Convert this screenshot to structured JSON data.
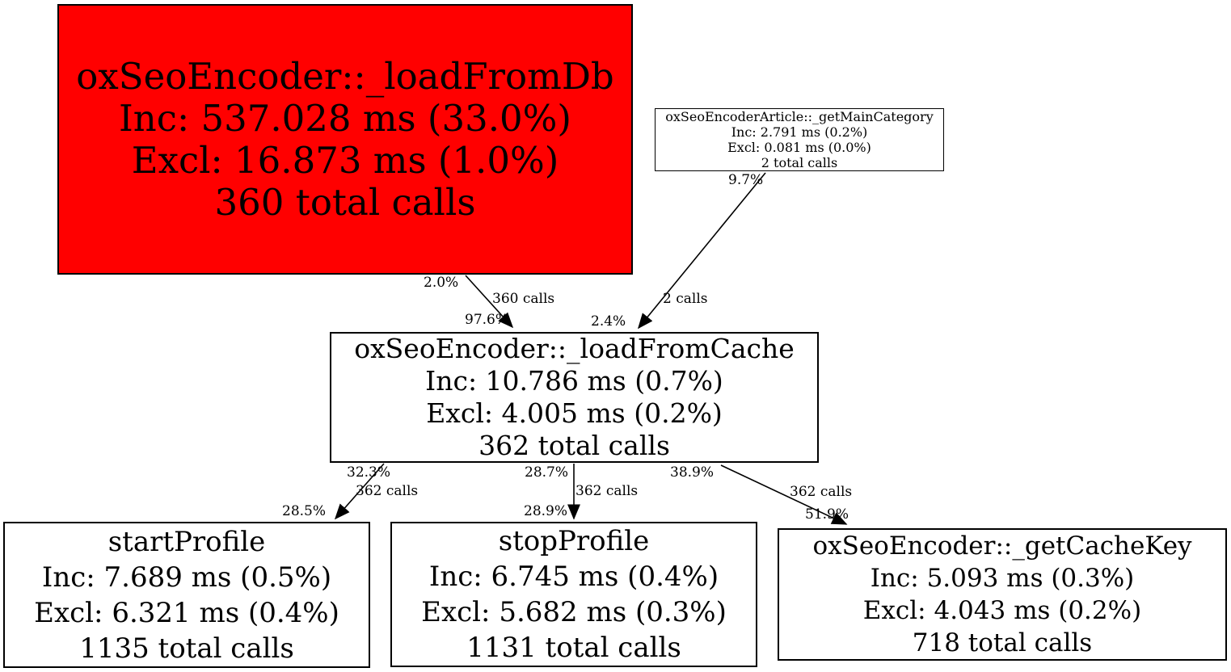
{
  "diagram": {
    "type": "profiler-call-graph",
    "background": "#ffffff",
    "node_border_color": "#000000",
    "edge_color": "#000000",
    "hot_node_fill": "#ff0000",
    "normal_node_fill": "#ffffff"
  },
  "nodes": {
    "load_from_db": {
      "title": "oxSeoEncoder::_loadFromDb",
      "inc": "Inc: 537.028 ms (33.0%)",
      "excl": "Excl: 16.873 ms (1.0%)",
      "calls": "360 total calls",
      "fill": "#ff0000"
    },
    "get_main_category": {
      "title": "oxSeoEncoderArticle::_getMainCategory",
      "inc": "Inc: 2.791 ms (0.2%)",
      "excl": "Excl: 0.081 ms (0.0%)",
      "calls": "2 total calls",
      "fill": "#ffffff"
    },
    "load_from_cache": {
      "title": "oxSeoEncoder::_loadFromCache",
      "inc": "Inc: 10.786 ms (0.7%)",
      "excl": "Excl: 4.005 ms (0.2%)",
      "calls": "362 total calls",
      "fill": "#ffffff"
    },
    "start_profile": {
      "title": "startProfile",
      "inc": "Inc: 7.689 ms (0.5%)",
      "excl": "Excl: 6.321 ms (0.4%)",
      "calls": "1135 total calls",
      "fill": "#ffffff"
    },
    "stop_profile": {
      "title": "stopProfile",
      "inc": "Inc: 6.745 ms (0.4%)",
      "excl": "Excl: 5.682 ms (0.3%)",
      "calls": "1131 total calls",
      "fill": "#ffffff"
    },
    "get_cache_key": {
      "title": "oxSeoEncoder::_getCacheKey",
      "inc": "Inc: 5.093 ms (0.3%)",
      "excl": "Excl: 4.043 ms (0.2%)",
      "calls": "718 total calls",
      "fill": "#ffffff"
    }
  },
  "edges": {
    "db_to_cache": {
      "from": "load_from_db",
      "to": "load_from_cache",
      "tail_pct": "2.0%",
      "calls": "360 calls",
      "head_pct": "97.6%"
    },
    "article_to_cache": {
      "from": "get_main_category",
      "to": "load_from_cache",
      "tail_pct": "9.7%",
      "calls": "2 calls",
      "head_pct": "2.4%"
    },
    "cache_to_start": {
      "from": "load_from_cache",
      "to": "start_profile",
      "tail_pct": "32.3%",
      "calls": "362 calls",
      "head_pct": "28.5%"
    },
    "cache_to_stop": {
      "from": "load_from_cache",
      "to": "stop_profile",
      "tail_pct": "28.7%",
      "calls": "362 calls",
      "head_pct": "28.9%"
    },
    "cache_to_key": {
      "from": "load_from_cache",
      "to": "get_cache_key",
      "tail_pct": "38.9%",
      "calls": "362 calls",
      "head_pct": "51.9%"
    }
  }
}
